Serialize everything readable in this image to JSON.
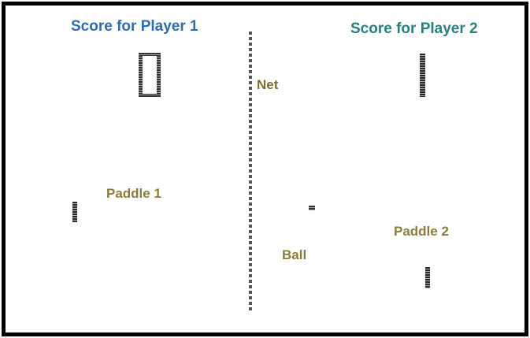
{
  "labels": {
    "score_p1": "Score for Player 1",
    "score_p2": "Score for Player 2",
    "net": "Net",
    "paddle1": "Paddle 1",
    "paddle2": "Paddle 2",
    "ball": "Ball"
  },
  "scores": {
    "player1": 0,
    "player2": 1
  },
  "colors": {
    "score_p1": "#2f6cb3",
    "score_p2": "#2a7f80",
    "annotation": "#8a7d3c",
    "net_label": "#7a6f2e",
    "frame": "#000000",
    "sprite": "#333333"
  }
}
